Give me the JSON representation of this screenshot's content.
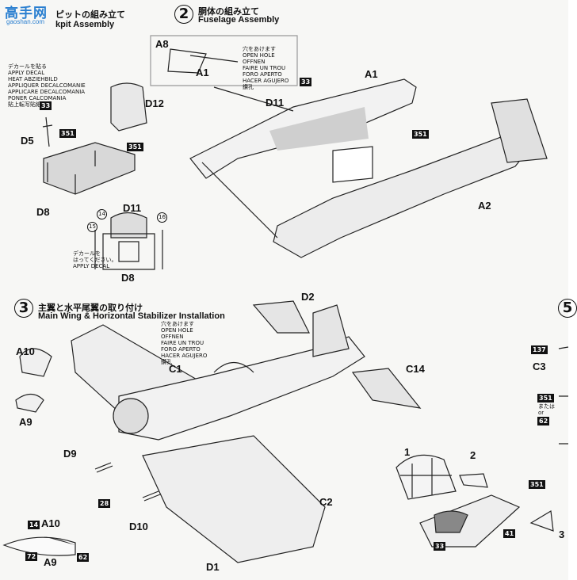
{
  "watermark": {
    "brand": "高手网",
    "sub": "gaoshan.com"
  },
  "step1": {
    "header_jp": "ピットの組み立て",
    "header_en": "kpit Assembly",
    "decal_note": "デカールを貼る\nAPPLY DECAL\nHEAT ABZIEHBILD\nAPPLIQUER DECALCOMANIE\nAPPLICARE DECALCOMANIA\nPONER CALCOMANIA\n貼上転写貼紙",
    "decal_note2": "デカールを\nはってください。\nAPPLY DECAL",
    "parts": {
      "d12": "D12",
      "d5": "D5",
      "d8": "D8",
      "d11": "D11",
      "d8b": "D8"
    },
    "badges": {
      "c33": "33",
      "c351": "351",
      "c351b": "351"
    },
    "circles": {
      "c14": "14",
      "c15": "15",
      "c16": "16"
    }
  },
  "step2": {
    "number": "2",
    "header_jp": "胴体の組み立て",
    "header_en": "Fuselage Assembly",
    "open_hole": "穴をあけます\nOPEN HOLE\nOFFNEN\nFAIRE UN TROU\nFORO APERTO\nHACER AGUJERO\n鑽孔",
    "parts": {
      "a8": "A8",
      "a1_inset": "A1",
      "a1": "A1",
      "d11": "D11",
      "a2": "A2"
    },
    "badges": {
      "c33": "33",
      "c351": "351"
    }
  },
  "step3": {
    "number": "3",
    "header_jp": "主翼と水平尾翼の取り付け",
    "header_en": "Main Wing & Horizontal Stabilizer Installation",
    "open_hole": "穴をあけます\nOPEN HOLE\nOFFNEN\nFAIRE UN TROU\nFORO APERTO\nHACER AGUJERO\n鑽孔",
    "parts": {
      "d2": "D2",
      "a10": "A10",
      "c1": "C1",
      "c14": "C14",
      "a9": "A9",
      "d9": "D9",
      "c2": "C2",
      "d10": "D10",
      "a10b": "A10",
      "a9b": "A9",
      "d1": "D1"
    },
    "badges": {
      "c28": "28",
      "c14": "14",
      "c72": "72",
      "c62": "62"
    }
  },
  "canopy": {
    "parts": {
      "p1": "1",
      "p2": "2",
      "p3": "3"
    },
    "badges": {
      "c351": "351",
      "c41": "41",
      "c33": "33"
    }
  },
  "step5": {
    "number": "5",
    "parts": {
      "c3": "C3"
    },
    "badges": {
      "c137": "137",
      "c351": "351",
      "c62": "62"
    },
    "or_text": "または\nor"
  }
}
